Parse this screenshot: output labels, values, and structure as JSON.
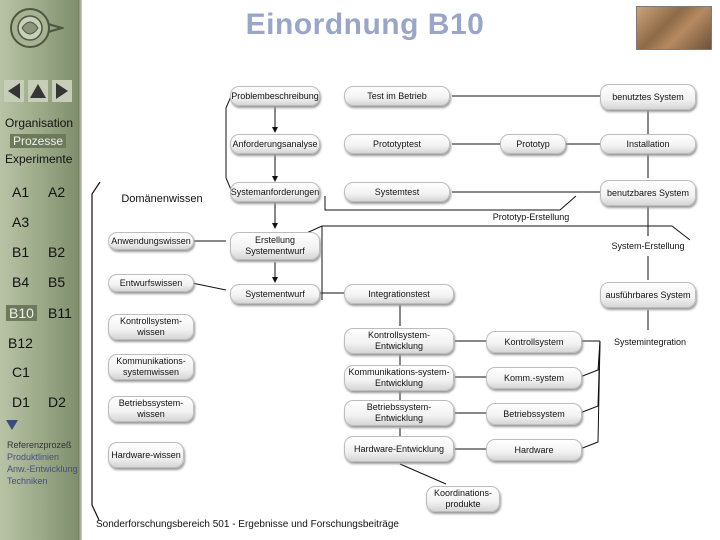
{
  "header": {
    "title": "Einordnung B10"
  },
  "sidebar": {
    "organisation": "Organisation",
    "prozesse": "Prozesse",
    "experimente": "Experimente",
    "projects": [
      "A1",
      "A2",
      "A3",
      "B1",
      "B2",
      "B4",
      "B5",
      "B10",
      "B11",
      "B12",
      "C1",
      "D1",
      "D2"
    ],
    "links": [
      "Referenzprozeß",
      "Produktlinien",
      "Anw.-Entwicklung",
      "Techniken"
    ]
  },
  "nodes": {
    "domaenenwissen": "Domänenwissen",
    "anwendungswissen": "Anwendungswissen",
    "entwurfswissen": "Entwurfswissen",
    "kontrollsystemwissen": "Kontrollsystem-wissen",
    "kommunikationssystemwissen": "Kommunikations-systemwissen",
    "betriebssystemwissen": "Betriebssystem-wissen",
    "hardwarewissen": "Hardware-wissen",
    "problembeschreibung": "Problembeschreibung",
    "anforderungsanalyse": "Anforderungsanalyse",
    "systemanforderungen": "Systemanforderungen",
    "erstellung_systementwurf": "Erstellung Systementwurf",
    "systementwurf": "Systementwurf",
    "test_im_betrieb": "Test im Betrieb",
    "prototyptest": "Prototyptest",
    "systemtest": "Systemtest",
    "integrationstest": "Integrationstest",
    "kontrollsystem_entwicklung": "Kontrollsystem-Entwicklung",
    "kommunikationssystem_entwicklung": "Kommunikations-system-Entwicklung",
    "betriebssystem_entwicklung": "Betriebssystem-Entwicklung",
    "hardware_entwicklung": "Hardware-Entwicklung",
    "koordinationsprodukte": "Koordinations-produkte",
    "prototyp": "Prototyp",
    "prototyp_erstellung": "Prototyp-Erstellung",
    "kontrollsystem": "Kontrollsystem",
    "komm_system": "Komm.-system",
    "betriebssystem": "Betriebssystem",
    "hardware": "Hardware",
    "benutztes_system": "benutztes System",
    "installation": "Installation",
    "benutzbares_system": "benutzbares System",
    "system_erstellung": "System-Erstellung",
    "ausfuehrbares_system": "ausführbares System",
    "systemintegration": "Systemintegration"
  },
  "footer": {
    "text": "Sonderforschungsbereich 501 - Ergebnisse und Forschungsbeiträge"
  }
}
